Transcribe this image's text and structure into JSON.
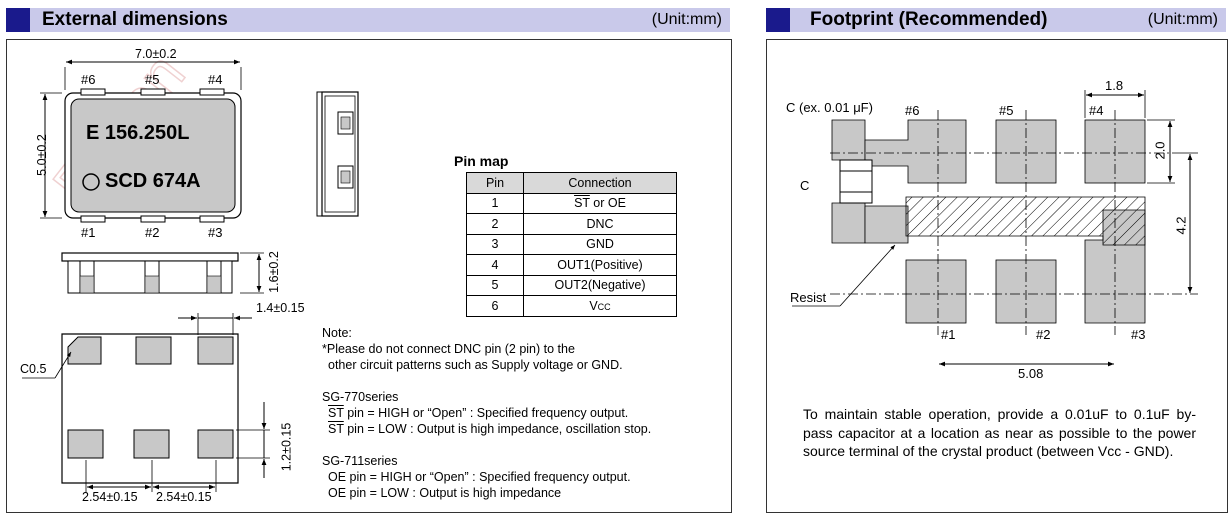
{
  "left": {
    "header": {
      "title": "External dimensions",
      "unit": "(Unit:mm)"
    },
    "dims": {
      "width": "7.0±0.2",
      "height": "5.0±0.2",
      "thickness": "1.6±0.2",
      "pad_width": "1.4±0.15",
      "chamfer": "C0.5",
      "pad_height": "1.2±0.15",
      "pitch1": "2.54±0.15",
      "pitch2": "2.54±0.15"
    },
    "pins_top": [
      "#6",
      "#5",
      "#4"
    ],
    "pins_bottom": [
      "#1",
      "#2",
      "#3"
    ],
    "marking": {
      "line1": "E 156.250L",
      "line2": "SCD 674A"
    },
    "pin_map": {
      "title": "Pin map",
      "headers": [
        "Pin",
        "Connection"
      ],
      "rows": [
        {
          "pin": "1",
          "conn_over": "ST",
          "conn_rest": " or OE"
        },
        {
          "pin": "2",
          "conn_over": "",
          "conn_rest": "DNC"
        },
        {
          "pin": "3",
          "conn_over": "",
          "conn_rest": "GND"
        },
        {
          "pin": "4",
          "conn_over": "",
          "conn_rest": "OUT1(Positive)"
        },
        {
          "pin": "5",
          "conn_over": "",
          "conn_rest": "OUT2(Negative)"
        },
        {
          "pin": "6",
          "conn_over": "",
          "conn_rest": "V",
          "conn_sub": "CC"
        }
      ]
    },
    "note": {
      "label": "Note:",
      "line1": "*Please do not connect DNC pin (2 pin) to the",
      "line2": "other circuit patterns such as Supply voltage or GND.",
      "s770_title": "SG-770series",
      "s770_a_over": "ST",
      "s770_a_rest": " pin = HIGH or “Open” : Specified frequency output.",
      "s770_b_over": "ST",
      "s770_b_rest": " pin = LOW : Output is high impedance, oscillation stop.",
      "s711_title": "SG-711series",
      "s711_a": "OE pin = HIGH or “Open” : Specified frequency output.",
      "s711_b": "OE pin = LOW : Output is high impedance"
    },
    "watermark": "Epson"
  },
  "right": {
    "header": {
      "title": "Footprint (Recommended)",
      "unit": "(Unit:mm)"
    },
    "cap_label": "C (ex. 0.01 μF)",
    "c_label": "C",
    "resist_label": "Resist",
    "pins_top": [
      "#6",
      "#5",
      "#4"
    ],
    "pins_bottom": [
      "#1",
      "#2",
      "#3"
    ],
    "dims": {
      "pad_w": "1.8",
      "pad_h": "2.0",
      "row_pitch": "4.2",
      "col_span": "5.08"
    },
    "paragraph": "To maintain stable operation, provide a 0.01uF to 0.1uF by-pass capacitor at a location as near as possible to the power source terminal of the crystal product (between Vcc - GND)."
  },
  "colors": {
    "header_bg": "#c9c9ea",
    "header_square": "#1a1a8c",
    "pad": "#c8c8c8",
    "body": "#c8c8c8"
  }
}
